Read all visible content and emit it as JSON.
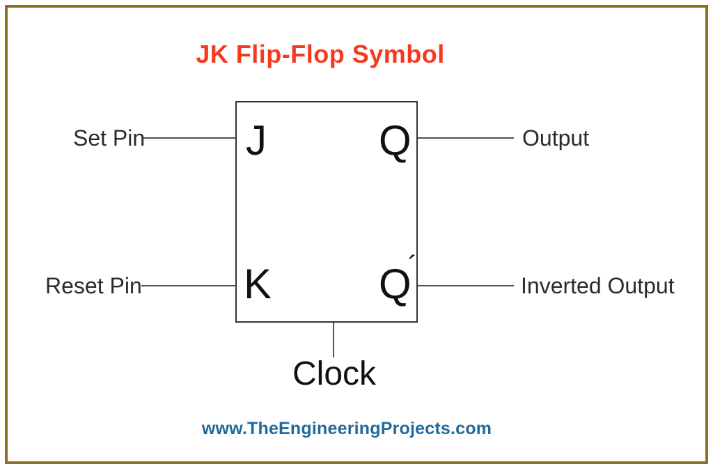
{
  "title": {
    "text": "JK Flip-Flop Symbol",
    "color": "#f43b20"
  },
  "diagram": {
    "pins": {
      "j": "J",
      "q": "Q",
      "k": "K",
      "q_bar_base": "Q",
      "q_bar_accent": "´"
    },
    "labels": {
      "set_pin": "Set Pin",
      "reset_pin": "Reset Pin",
      "output": "Output",
      "inverted_output": "Inverted Output",
      "clock": "Clock"
    },
    "colors": {
      "box_border": "#333333",
      "wire": "#4f4f4f",
      "label_text": "#2b2b2b"
    }
  },
  "footer": {
    "text": "www.TheEngineeringProjects.com",
    "color": "#1e6a9c"
  },
  "frame": {
    "border_color": "#8e6f20"
  }
}
